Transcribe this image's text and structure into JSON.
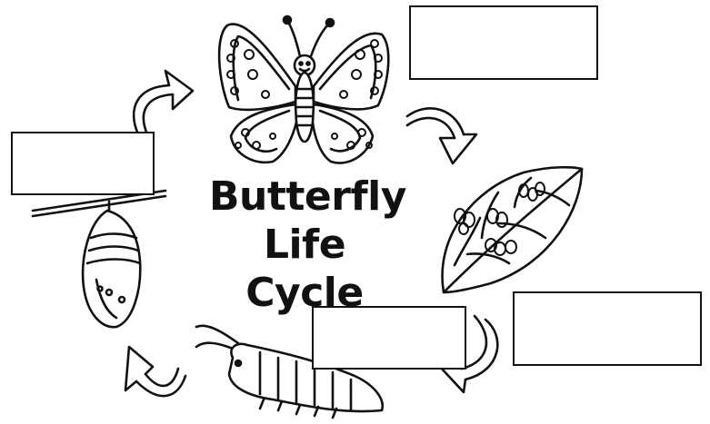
{
  "diagram": {
    "title_lines": [
      "Butterfly",
      "Life",
      "Cycle"
    ],
    "stages": [
      {
        "name": "adult-butterfly",
        "label": ""
      },
      {
        "name": "eggs-on-leaf",
        "label": ""
      },
      {
        "name": "caterpillar",
        "label": ""
      },
      {
        "name": "chrysalis",
        "label": ""
      }
    ],
    "label_boxes": [
      {
        "id": "box-top-right",
        "text": ""
      },
      {
        "id": "box-right",
        "text": ""
      },
      {
        "id": "box-bottom-center",
        "text": ""
      },
      {
        "id": "box-left",
        "text": ""
      }
    ]
  }
}
